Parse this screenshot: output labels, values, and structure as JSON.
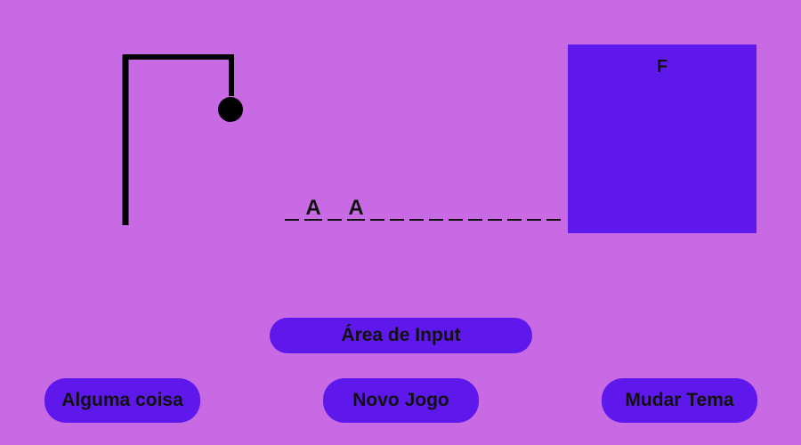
{
  "word": {
    "slots": [
      "",
      "A",
      "",
      "A",
      "",
      "",
      "",
      "",
      "",
      "",
      "",
      "",
      "",
      ""
    ]
  },
  "guess_panel": {
    "guessed_letters": "F",
    "background_color": "#5f18ec"
  },
  "input_area": {
    "label": "Área de Input"
  },
  "buttons": {
    "alguma_coisa": "Alguma coisa",
    "novo_jogo": "Novo Jogo",
    "mudar_tema": "Mudar Tema"
  },
  "colors": {
    "background": "#c86ae4",
    "accent": "#5f18ec",
    "ink": "#111111"
  }
}
